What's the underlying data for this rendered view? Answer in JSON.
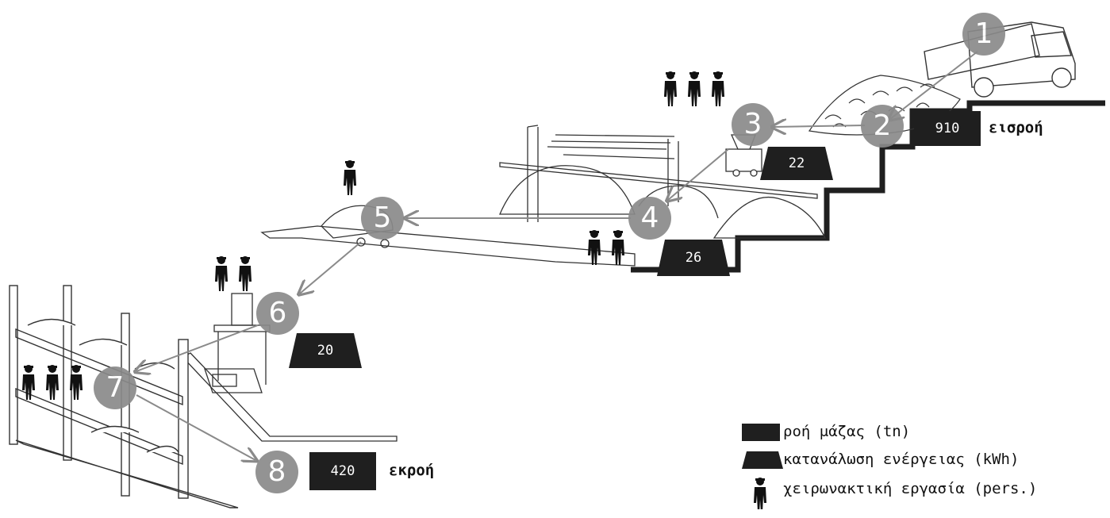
{
  "stages": [
    "1",
    "2",
    "3",
    "4",
    "5",
    "6",
    "7",
    "8"
  ],
  "mass_flow": {
    "input_value": "910",
    "input_label": "εισροή",
    "output_value": "420",
    "output_label": "εκροή"
  },
  "energy": {
    "stage3": "22",
    "stage4": "26",
    "stage6": "20"
  },
  "workers": {
    "stage3": 3,
    "stage4": 2,
    "stage5": 1,
    "stage6": 2,
    "stage7": 3
  },
  "legend": {
    "mass": "ροή μάζας (tn)",
    "energy": "κατανάλωση ενέργειας (kWh)",
    "labor": "χειρωνακτική εργασία (pers.)"
  },
  "colors": {
    "dark": "#1f1f1f",
    "circle": "#8a8a8a",
    "arrow": "#8a8a8a",
    "line": "#333333"
  }
}
